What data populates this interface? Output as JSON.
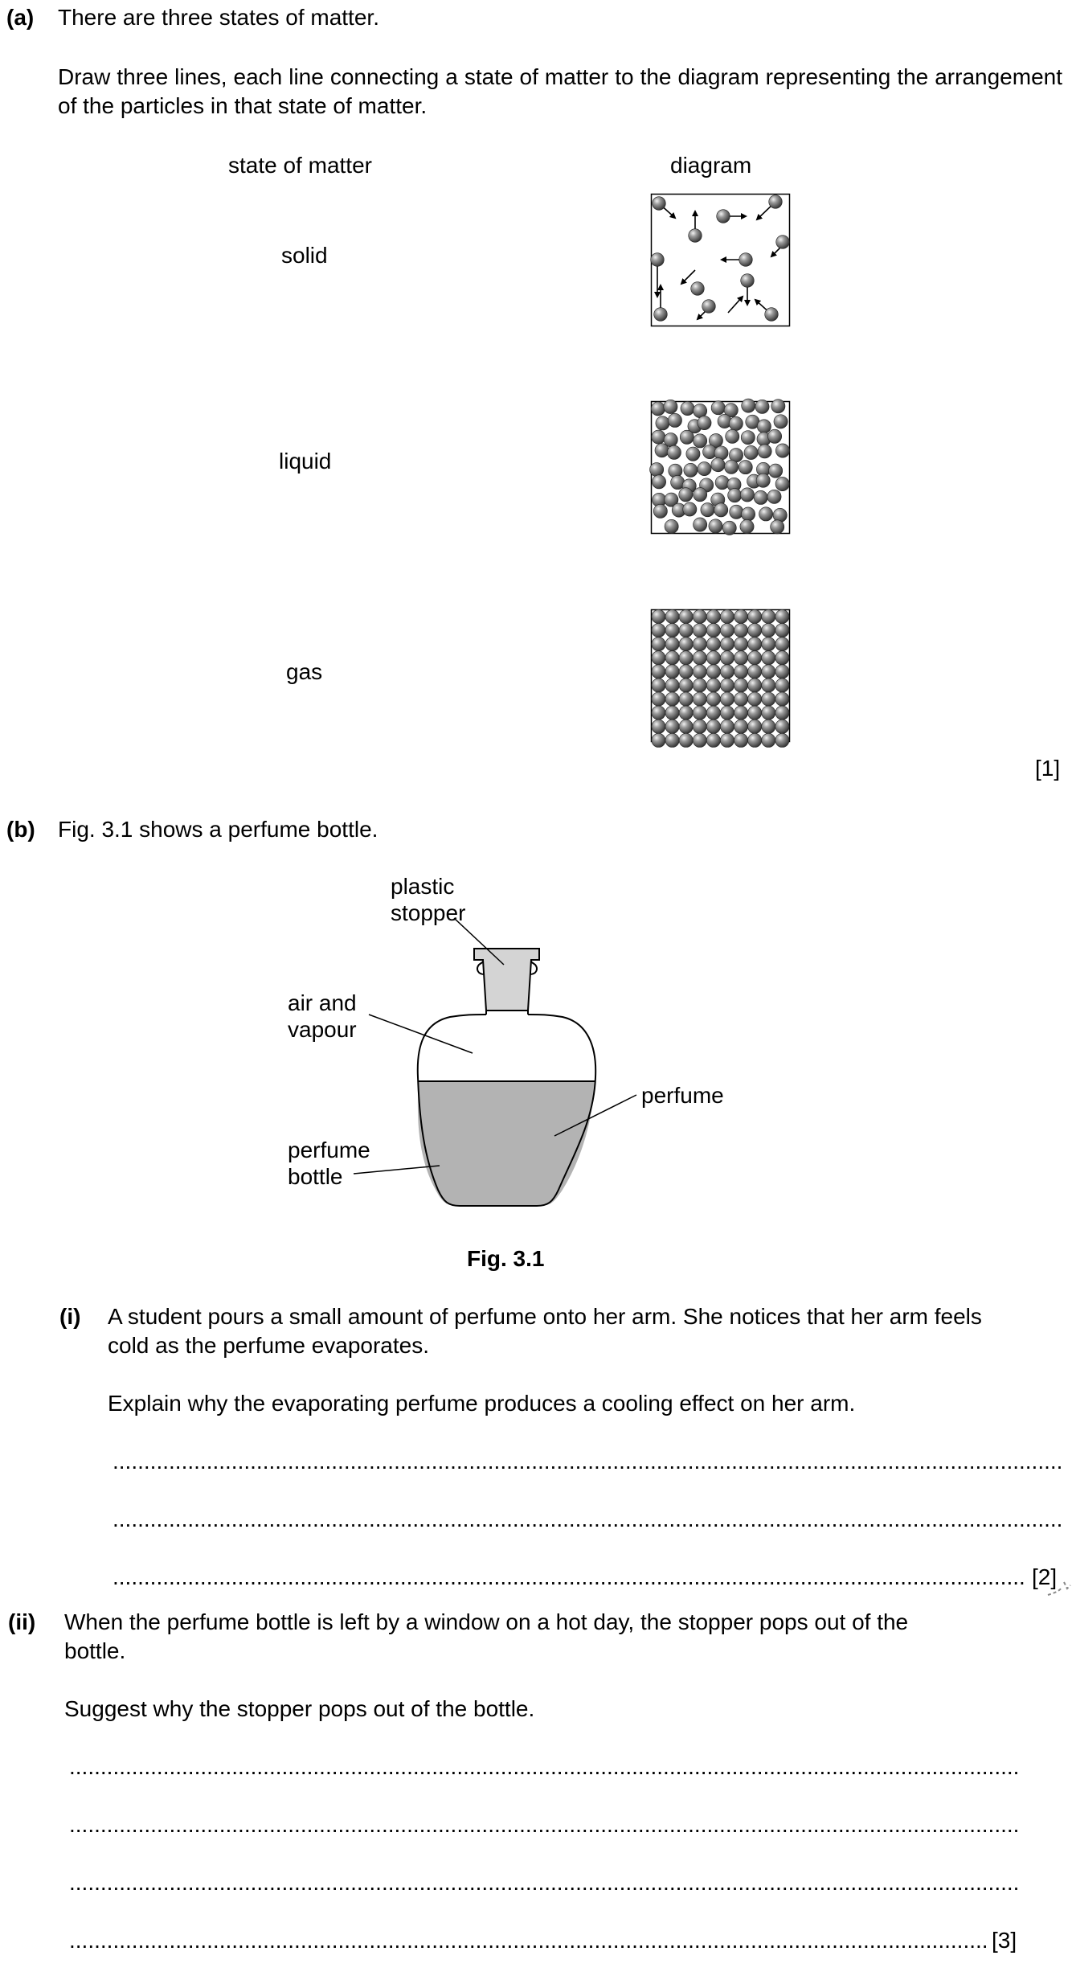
{
  "part_a": {
    "letter": "(a)",
    "intro": "There are three states of matter.",
    "instruction": "Draw three lines, each line connecting a state of matter to the diagram representing the arrangement of the particles in that state of matter.",
    "col_state": "state of matter",
    "col_diagram": "diagram",
    "states": [
      "solid",
      "liquid",
      "gas"
    ],
    "mark": "[1]"
  },
  "part_b": {
    "letter": "(b)",
    "intro": "Fig. 3.1 shows a perfume bottle.",
    "figure": {
      "labels": {
        "stopper_1": "plastic",
        "stopper_2": "stopper",
        "air_1": "air and",
        "air_2": "vapour",
        "perfume": "perfume",
        "bottle_1": "perfume",
        "bottle_2": "bottle"
      },
      "caption": "Fig. 3.1",
      "liquid_color": "#b3b3b3"
    },
    "sub_i": {
      "numeral": "(i)",
      "line1": "A student pours a small amount of perfume onto her arm. She notices that her arm feels",
      "line2": "cold as the perfume evaporates.",
      "question": "Explain why the evaporating perfume produces a cooling effect on her arm.",
      "mark": "[2]"
    },
    "sub_ii": {
      "numeral": "(ii)",
      "line1": "When the perfume bottle is left by a window on a hot day, the stopper pops out of the",
      "line2": "bottle.",
      "question": "Suggest why the stopper pops out of the bottle.",
      "mark": "[3]"
    }
  }
}
